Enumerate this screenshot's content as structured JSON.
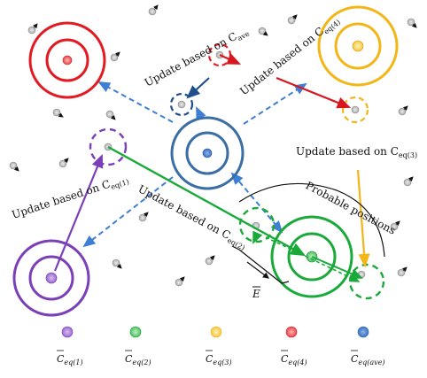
{
  "colors": {
    "eq1": "#7b3fb8",
    "eq2": "#1aaa3a",
    "eq3": "#f2b616",
    "eq4": "#e21b23",
    "ave": "#3a6ea5",
    "particle": "#b4b4b4",
    "arrow_red": "#d9161e",
    "arrow_navy": "#1f4e8c",
    "dashed_blue": "#3d7fd4"
  },
  "labels": {
    "update_ave_pre": "Update based on C",
    "update_ave_sub": "ave",
    "update_eq4_pre": "Update based on C",
    "update_eq4_sub": "eq(4)",
    "update_eq3_pre": "Update based on C",
    "update_eq3_sub": "eq(3)",
    "update_eq1_pre": "Update based on C",
    "update_eq1_sub": "eq(1)",
    "update_eq2_pre": "Update based on C",
    "update_eq2_sub": "eq(2)",
    "probable": "Probable positions",
    "vector_E": "E"
  },
  "legend": [
    {
      "label": "C",
      "sub": "eq(1)",
      "key": "eq1"
    },
    {
      "label": "C",
      "sub": "eq(2)",
      "key": "eq2"
    },
    {
      "label": "C",
      "sub": "eq(3)",
      "key": "eq3"
    },
    {
      "label": "C",
      "sub": "eq(4)",
      "key": "eq4"
    },
    {
      "label": "C",
      "sub": "eq(ave)",
      "key": "ave"
    }
  ]
}
